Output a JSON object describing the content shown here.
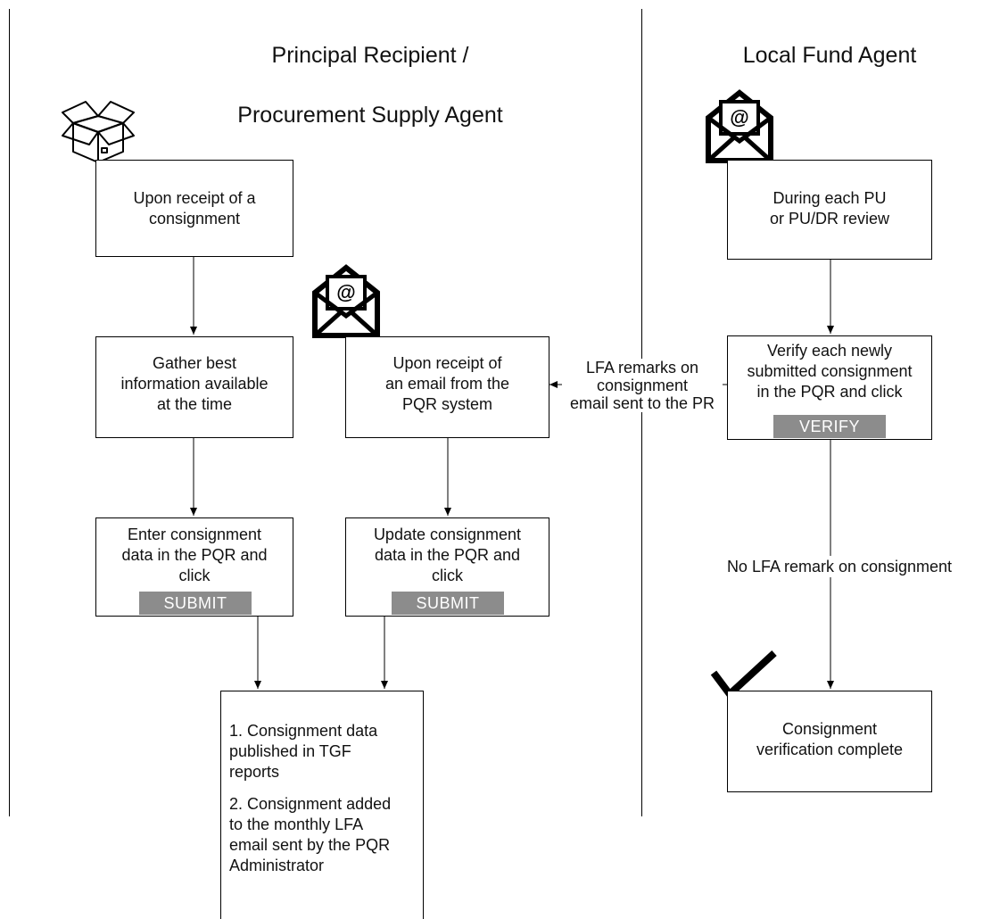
{
  "lanes": {
    "left_title_line1": "Principal Recipient /",
    "left_title_line2": "Procurement Supply Agent",
    "right_title": "Local Fund Agent"
  },
  "boxes": {
    "receipt": [
      "Upon receipt of a",
      "consignment"
    ],
    "gather": [
      "Gather best",
      "information available",
      "at the time"
    ],
    "email_receipt": [
      "Upon receipt of",
      "an email from the",
      "PQR system"
    ],
    "enter": [
      "Enter consignment",
      "data in the PQR and",
      "click"
    ],
    "update": [
      "Update consignment",
      "data in the PQR and",
      "click"
    ],
    "published": {
      "p1": [
        "1.  Consignment data",
        "published in TGF",
        "reports"
      ],
      "p2": [
        "2.  Consignment added",
        "to the monthly LFA",
        "email sent by the PQR",
        "Administrator"
      ]
    },
    "review": [
      "During each PU",
      "or PU/DR review"
    ],
    "verify": [
      "Verify each newly",
      "submitted consignment",
      "in the PQR and click"
    ],
    "complete": [
      "Consignment",
      "verification complete"
    ]
  },
  "buttons": {
    "submit_enter": "SUBMIT",
    "submit_update": "SUBMIT",
    "verify": "VERIFY"
  },
  "notes": {
    "lfa_remarks": [
      "LFA remarks on",
      "consignment",
      "email sent to the PR"
    ],
    "no_remark": "No LFA remark on consignment"
  },
  "icons": [
    "box-icon",
    "email-icon",
    "email-icon",
    "checkmark-icon"
  ]
}
